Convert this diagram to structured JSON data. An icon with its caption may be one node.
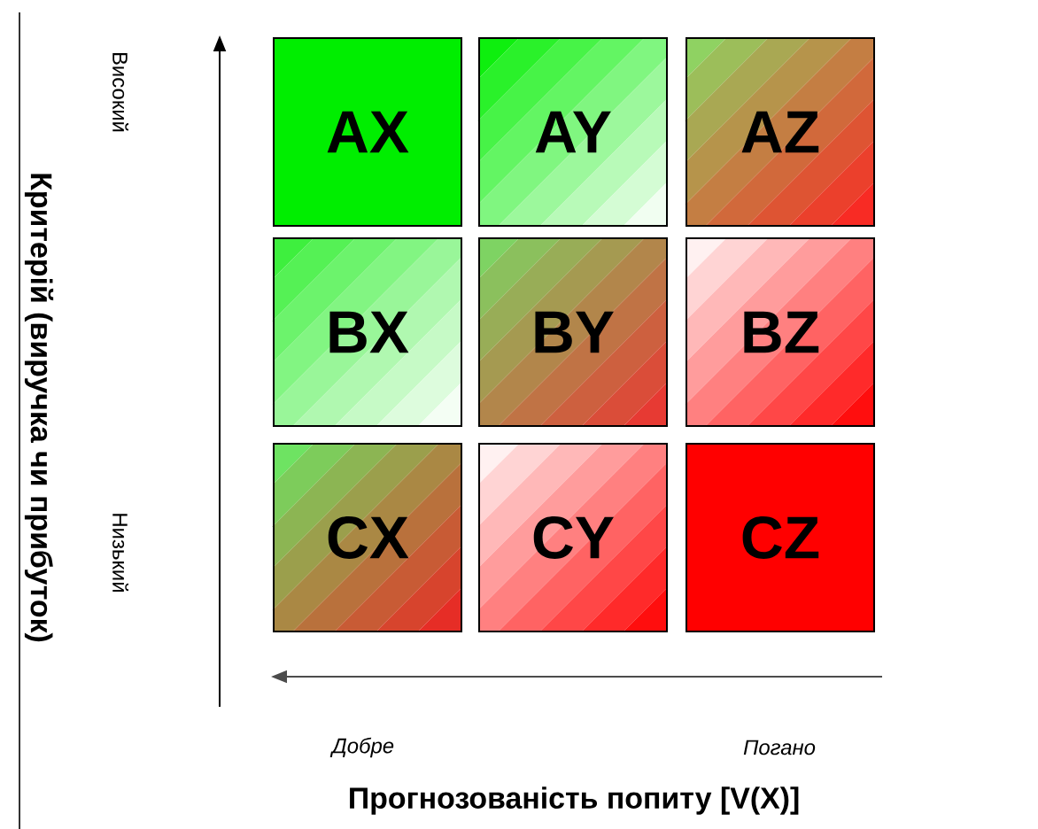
{
  "diagram": {
    "nodes": [
      {
        "text": [
          "AX"
        ]
      },
      {
        "text": [
          "AY"
        ]
      },
      {
        "text": [
          "AZ"
        ]
      },
      {
        "text": [
          "BX"
        ]
      },
      {
        "text": [
          "BY"
        ]
      },
      {
        "text": [
          "BZ"
        ]
      },
      {
        "text": [
          "CX"
        ]
      },
      {
        "text": [
          "CY"
        ]
      },
      {
        "text": [
          "CZ"
        ]
      }
    ],
    "labels": [
      "Критерій (виручка чи прибуток)",
      "Високий",
      "Низький",
      "Добре",
      "Погано",
      "Прогнозованість попиту [V(X)]"
    ]
  }
}
